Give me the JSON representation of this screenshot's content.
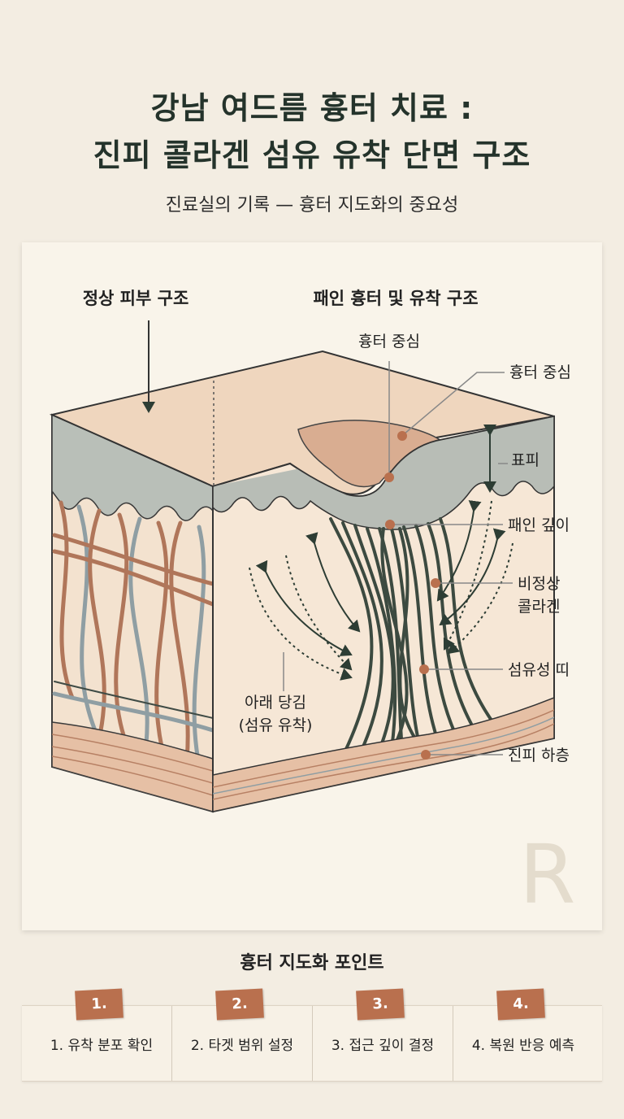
{
  "title_line1": "강남 여드름 흉터 치료 :",
  "title_line2": "진피 콜라겐 섬유 유착 단면 구조",
  "subtitle": "진료실의 기록 — 흉터 지도화의 중요성",
  "diagram": {
    "left_heading": "정상 피부 구조",
    "right_heading": "패인 흉터 및 유착 구조",
    "labels": {
      "scar_center_top": "흉터 중심",
      "scar_center_right": "흉터 중심",
      "epidermis": "표피",
      "depression_depth": "패인 깊이",
      "abnormal_collagen_1": "비정상",
      "abnormal_collagen_2": "콜라겐",
      "fibrous_band": "섬유성 띠",
      "lower_dermis": "진피 하층",
      "pulldown_1": "아래 당김",
      "pulldown_2": "(섬유 유착)"
    },
    "watermark": "R"
  },
  "points_title": "흉터 지도화 포인트",
  "points": [
    {
      "badge": "1.",
      "text": "1. 유착 분포 확인"
    },
    {
      "badge": "2.",
      "text": "2. 타겟 범위 설정"
    },
    {
      "badge": "3.",
      "text": "3. 접근 깊이 결정"
    },
    {
      "badge": "4.",
      "text": "4. 복원 반응 예측"
    }
  ]
}
